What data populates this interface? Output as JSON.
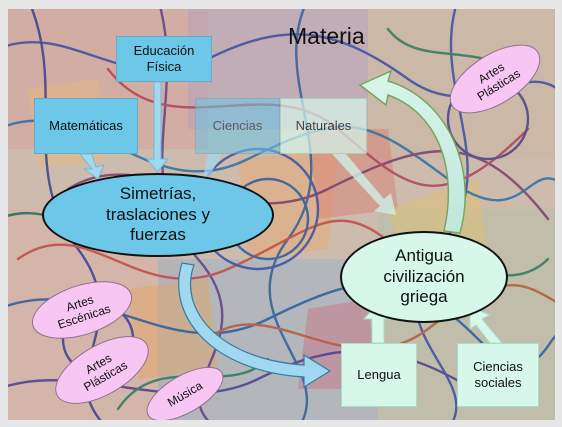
{
  "title": "Materia",
  "boxes": {
    "educacion_fisica": "Educación Física",
    "matematicas": "Matemáticas",
    "ciencias": "Ciencias",
    "naturales": "Naturales",
    "lengua": "Lengua",
    "ciencias_sociales": "Ciencias sociales"
  },
  "ellipses": {
    "simetrias": "Simetrías, traslaciones y fuerzas",
    "antigua": "Antigua civilización griega"
  },
  "tags": {
    "artes_plasticas_top": "Artes Plásticas",
    "artes_escenicas": "Artes Escénicas",
    "artes_plasticas_bottom": "Artes Plásticas",
    "musica": "Música"
  }
}
